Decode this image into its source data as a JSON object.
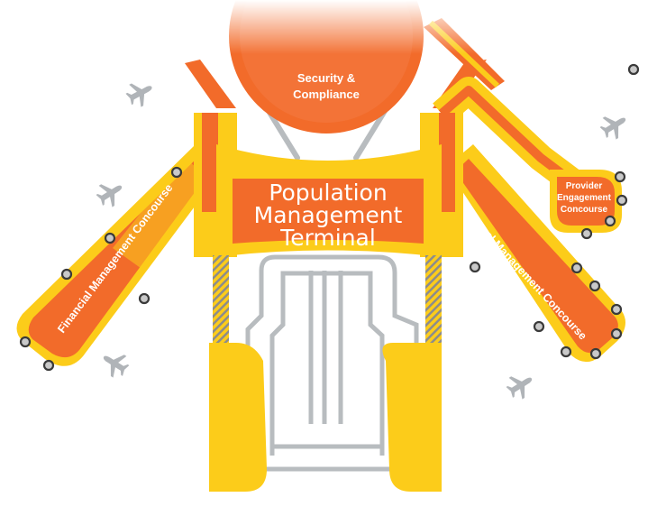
{
  "labels": {
    "security": [
      "Security &",
      "Compliance"
    ],
    "terminal": [
      "Population",
      "Management",
      "Terminal"
    ],
    "financial_concourse": "Financial Management Concourse",
    "operational_concourse": "Operational Management Concourse",
    "provider_concourse": [
      "Provider",
      "Engagement",
      "Concourse"
    ]
  },
  "icons": {
    "plane": "airplane-icon",
    "gate": "gate-circle-icon"
  },
  "colors": {
    "yellow": "#fccc1a",
    "orange": "#f26b2a",
    "gray": "#b8bcbf",
    "gate_fill": "#c9c9c9",
    "gate_stroke": "#3a3a3a"
  }
}
